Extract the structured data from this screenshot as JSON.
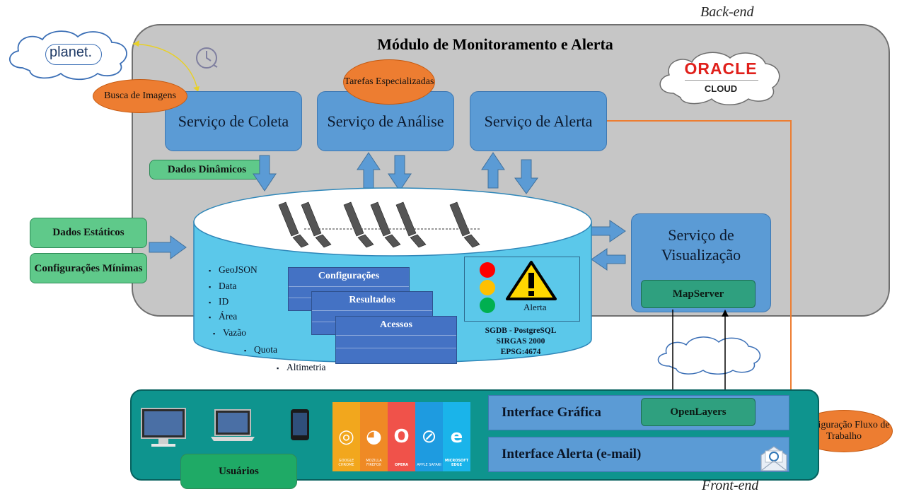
{
  "labels": {
    "backend": "Back-end",
    "frontend": "Front-end"
  },
  "module": {
    "title": "Módulo de Monitoramento e Alerta"
  },
  "external": {
    "planet": "planet.",
    "oracle_brand": "ORACLE",
    "oracle_cloud": "CLOUD"
  },
  "services": {
    "coleta": "Serviço de Coleta",
    "analise": "Serviço de Análise",
    "alerta": "Serviço de Alerta",
    "visualizacao": "Serviço de Visualização"
  },
  "bubbles": {
    "busca": "Busca de Imagens",
    "tarefas": "Tarefas Especializadas",
    "config_fluxo": "Configuração Fluxo de Trabalho"
  },
  "inputs": {
    "dinamicos": "Dados Dinâmicos",
    "estaticos": "Dados Estáticos",
    "config_minimas": "Configurações Mínimas"
  },
  "database": {
    "fields": [
      "GeoJSON",
      "Data",
      "ID",
      "Área",
      "Vazão",
      "Quota",
      "Altimetria"
    ],
    "tables": [
      "Configurações",
      "Resultados",
      "Acessos"
    ],
    "alert_label": "Alerta",
    "sgdb": "SGDB - PostgreSQL",
    "srs": "SIRGAS 2000",
    "epsg": "EPSG:4674"
  },
  "mapserver": "MapServer",
  "openlayers": "OpenLayers",
  "frontend": {
    "interface_grafica": "Interface Gráfica",
    "interface_alerta": "Interface Alerta (e-mail)",
    "usuarios": "Usuários"
  },
  "colors": {
    "panel": "#c6c6c6",
    "service": "#5b9bd5",
    "orange": "#ed7d31",
    "green": "#5fc98a",
    "teal": "#0e948e",
    "db_fill": "#5bc8ea",
    "oracle_red": "#e0201b"
  },
  "icons": [
    "clock-icon",
    "satellite-icon",
    "traffic-light-icon",
    "warning-icon",
    "desktop-icon",
    "laptop-icon",
    "tablet-icon",
    "chrome-icon",
    "firefox-icon",
    "opera-icon",
    "safari-icon",
    "edge-icon",
    "email-icon",
    "cloud-icon"
  ],
  "browsers": [
    {
      "name": "chrome-icon",
      "color": "#f2a71d",
      "glyph": "◎",
      "label": "GOOGLE CHROME"
    },
    {
      "name": "firefox-icon",
      "color": "#ef8a25",
      "glyph": "◕",
      "label": "MOZILLA FIREFOX"
    },
    {
      "name": "opera-icon",
      "color": "#f0524a",
      "glyph": "O",
      "label": "OPERA"
    },
    {
      "name": "safari-icon",
      "color": "#1e9be0",
      "glyph": "⊘",
      "label": "APPLE SAFARI"
    },
    {
      "name": "edge-icon",
      "color": "#1ab4ea",
      "glyph": "e",
      "label": "MICROSOFT EDGE"
    }
  ]
}
